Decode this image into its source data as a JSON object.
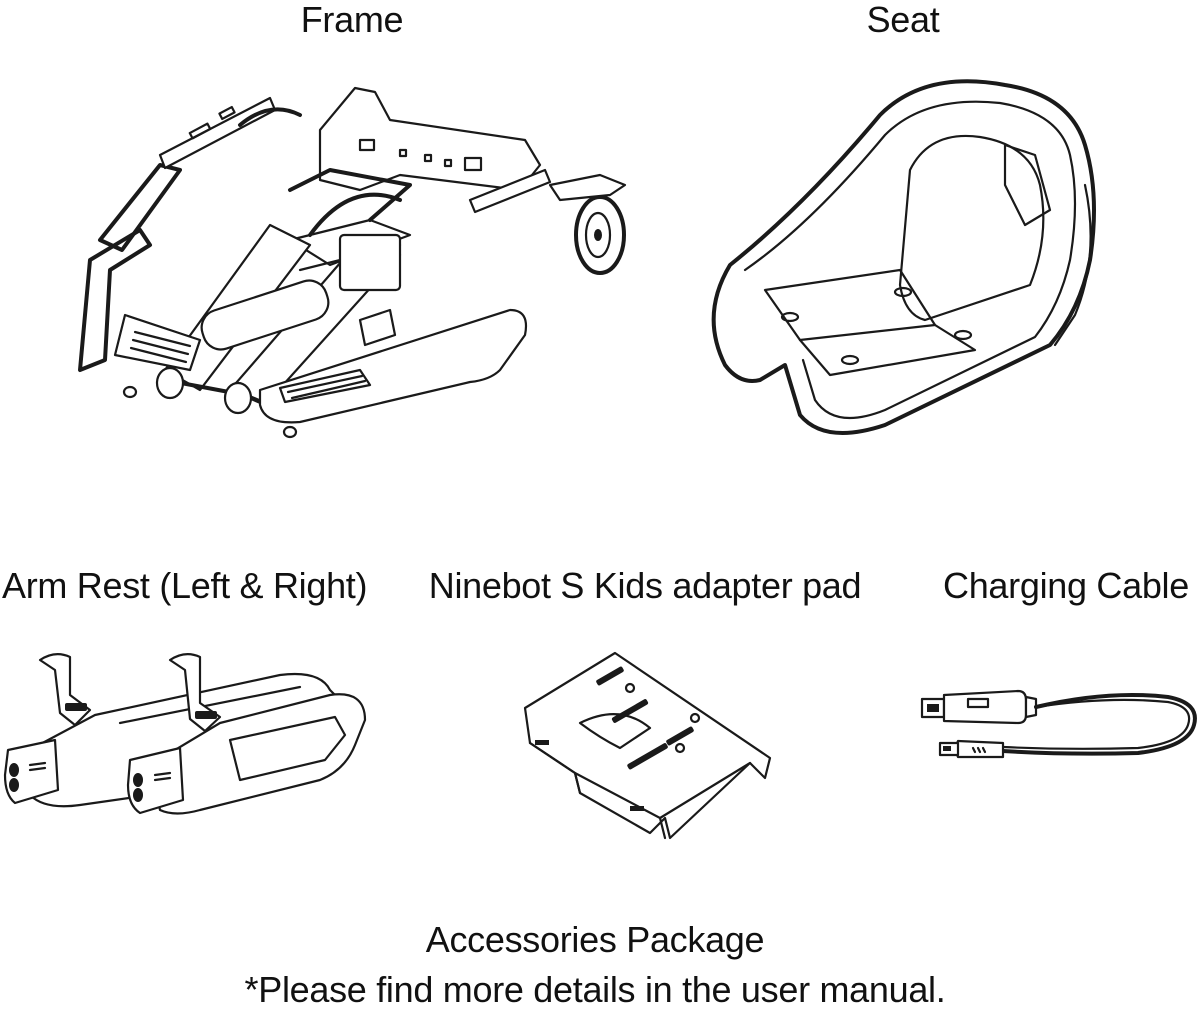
{
  "parts": {
    "frame": "Frame",
    "seat": "Seat",
    "arm_rest": "Arm Rest (Left & Right)",
    "adapter_pad": "Ninebot S Kids adapter pad",
    "charging_cable": "Charging Cable"
  },
  "footer": {
    "title": "Accessories Package",
    "note": "*Please find more details in the user manual."
  }
}
